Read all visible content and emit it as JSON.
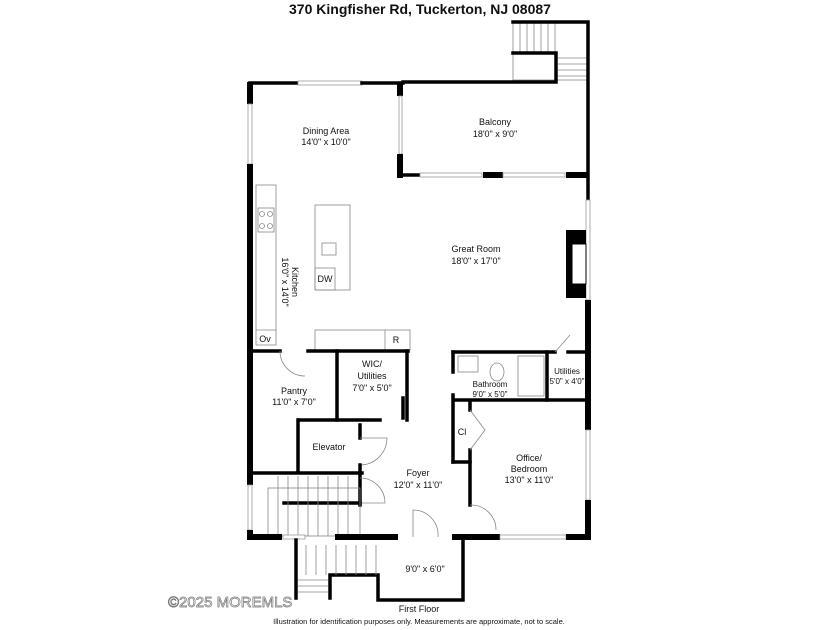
{
  "title": "370 Kingfisher Rd, Tuckerton, NJ 08087",
  "rooms": {
    "dining": {
      "name": "Dining Area",
      "size": "14'0\" x 10'0\""
    },
    "balcony": {
      "name": "Balcony",
      "size": "18'0\" x 9'0\""
    },
    "great_room": {
      "name": "Great Room",
      "size": "18'0\" x 17'0\""
    },
    "kitchen": {
      "name": "Kitchen",
      "size": "16'0\" x 14'0\""
    },
    "wic": {
      "name_line1": "WIC/",
      "name_line2": "Utilities",
      "size": "7'0\" x 5'0\""
    },
    "pantry": {
      "name": "Pantry",
      "size": "11'0\" x 7'0\""
    },
    "bathroom": {
      "name": "Bathroom",
      "size": "9'0\" x 5'0\""
    },
    "utilities": {
      "name": "Utilities",
      "size": "5'0\" x 4'0\""
    },
    "elevator": {
      "name": "Elevator"
    },
    "closet": {
      "name": "Cl"
    },
    "foyer": {
      "name": "Foyer",
      "size": "12'0\" x 11'0\""
    },
    "office": {
      "name_line1": "Office/",
      "name_line2": "Bedroom",
      "size": "13'0\" x 11'0\""
    },
    "porch": {
      "size": "9'0\" x 6'0\""
    }
  },
  "fixtures": {
    "dishwasher": "DW",
    "oven": "Ov",
    "refrigerator": "R"
  },
  "floor_label": "First Floor",
  "disclaimer": "Illustration for identification purposes only. Measurements are approximate, not to scale.",
  "watermark": "©2025 MOREMLS"
}
